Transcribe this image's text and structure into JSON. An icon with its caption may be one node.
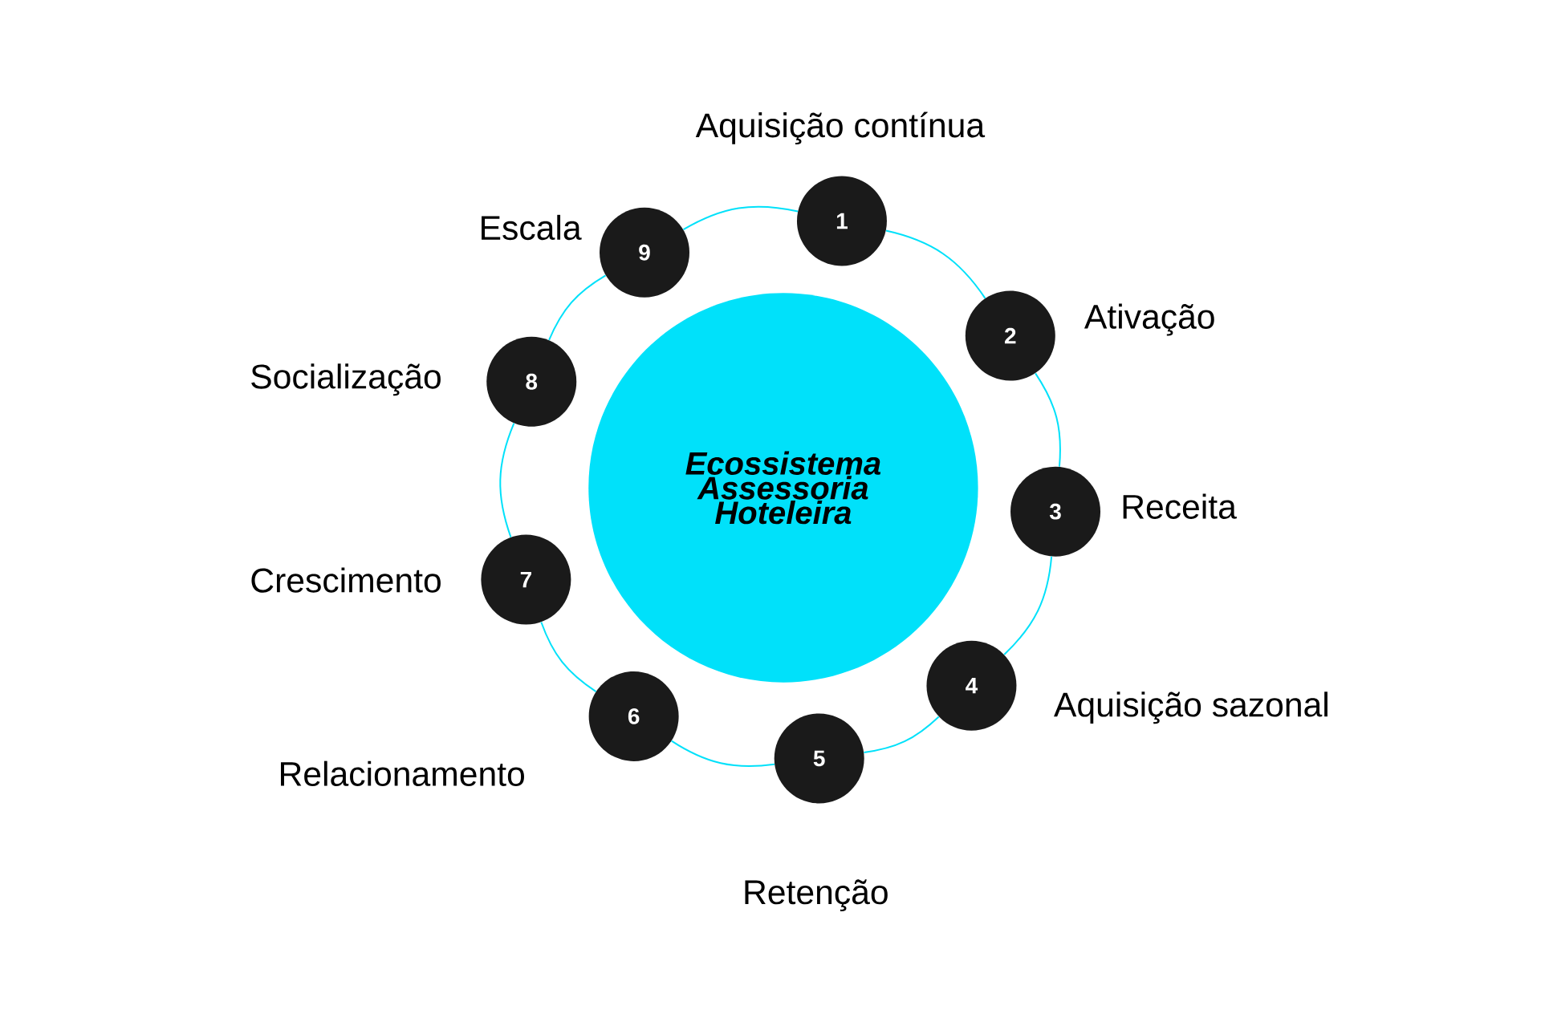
{
  "diagram": {
    "nodes": [
      {
        "text": [
          "Ecossistema Assessoria Hoteleira"
        ]
      },
      {
        "text": [
          "1"
        ],
        "beside": [
          "Aquisição contínua"
        ]
      },
      {
        "text": [
          "2"
        ],
        "beside": [
          "Ativação"
        ]
      },
      {
        "text": [
          "3"
        ],
        "beside": [
          "Receita"
        ]
      },
      {
        "text": [
          "4"
        ],
        "beside": [
          "Aquisição sazonal"
        ]
      },
      {
        "text": [
          "5"
        ],
        "beside": [
          "Retenção"
        ]
      },
      {
        "text": [
          "6"
        ],
        "beside": [
          "Relacionamento"
        ]
      },
      {
        "text": [
          "7"
        ],
        "beside": [
          "Crescimento"
        ]
      },
      {
        "text": [
          "8"
        ],
        "beside": [
          "Socialização"
        ]
      },
      {
        "text": [
          "9"
        ],
        "beside": [
          "Escala"
        ]
      }
    ],
    "edges": [
      {
        "from": 1,
        "to": 2,
        "arrow": "none"
      },
      {
        "from": 2,
        "to": 3,
        "arrow": "none"
      },
      {
        "from": 3,
        "to": 4,
        "arrow": "none"
      },
      {
        "from": 4,
        "to": 5,
        "arrow": "none"
      },
      {
        "from": 5,
        "to": 6,
        "arrow": "none"
      },
      {
        "from": 6,
        "to": 7,
        "arrow": "none"
      },
      {
        "from": 7,
        "to": 8,
        "arrow": "none"
      },
      {
        "from": 8,
        "to": 9,
        "arrow": "none"
      },
      {
        "from": 9,
        "to": 1,
        "arrow": "none"
      }
    ]
  }
}
